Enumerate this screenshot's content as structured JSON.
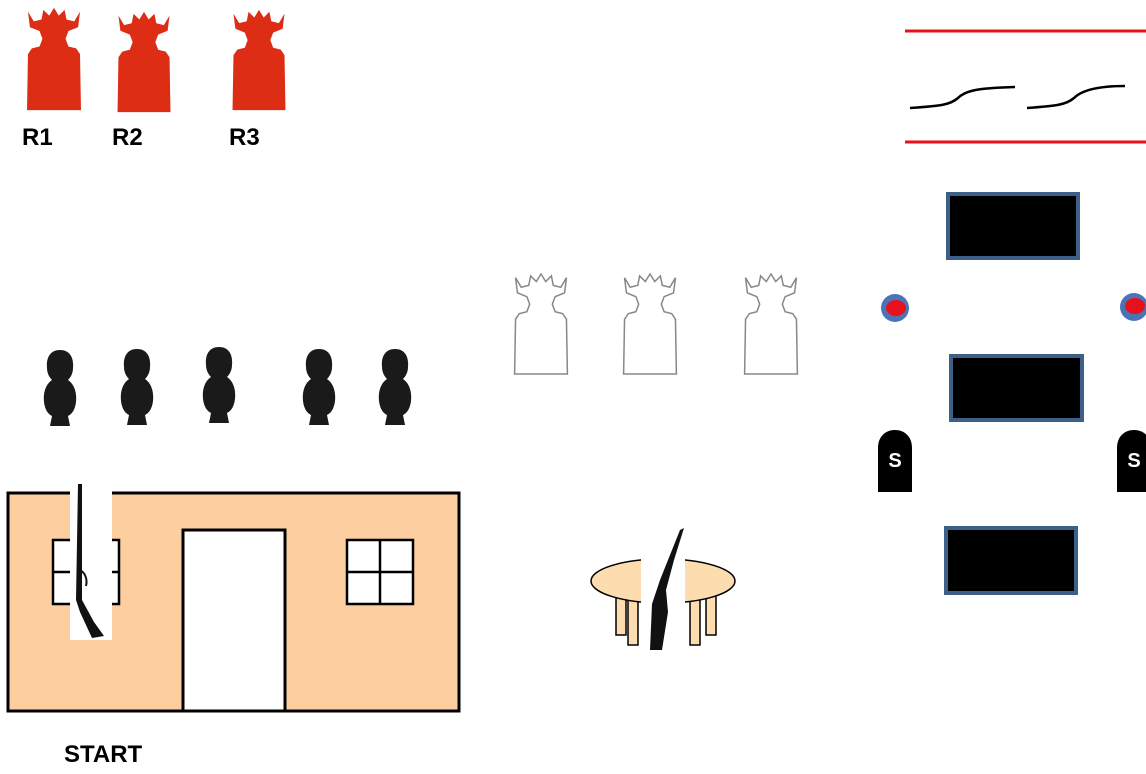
{
  "labels": {
    "r1": "R1",
    "r2": "R2",
    "r3": "R3",
    "start": "START",
    "steel_plate": "S"
  },
  "colors": {
    "red_target": "#dd2d14",
    "black_target": "#1a1a1a",
    "building_wall": "#fdcfa0",
    "table": "#fddcb0",
    "box_border": "#3d6089",
    "box_fill": "#000000",
    "marker_red": "#e8101a",
    "marker_ring": "#4a73b8",
    "line_red": "#e8101a"
  },
  "icons": {
    "red_target": "cowboy-silhouette-target",
    "outline_target": "cowboy-outline-target",
    "black_target": "pepper-popper-target",
    "rifle": "rifle-icon",
    "table": "table-icon",
    "steel_plate": "steel-plate-target",
    "red_marker": "red-dot-marker"
  }
}
